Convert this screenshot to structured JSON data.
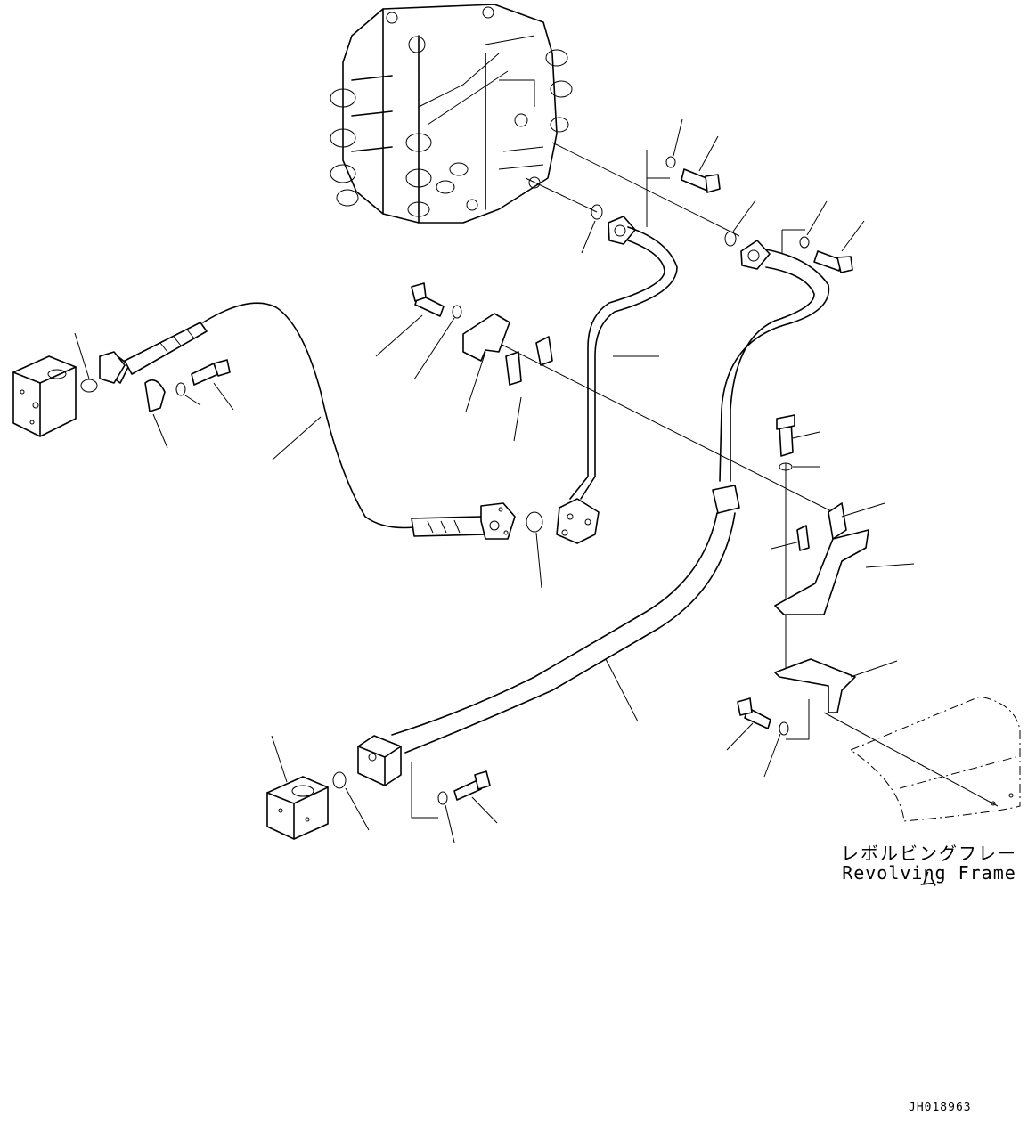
{
  "labels": {
    "frame_jp": "レボルビングフレーム",
    "frame_en": "Revolving Frame",
    "drawing_id": "JH018963"
  },
  "colors": {
    "line": "#000000",
    "background": "#ffffff"
  }
}
